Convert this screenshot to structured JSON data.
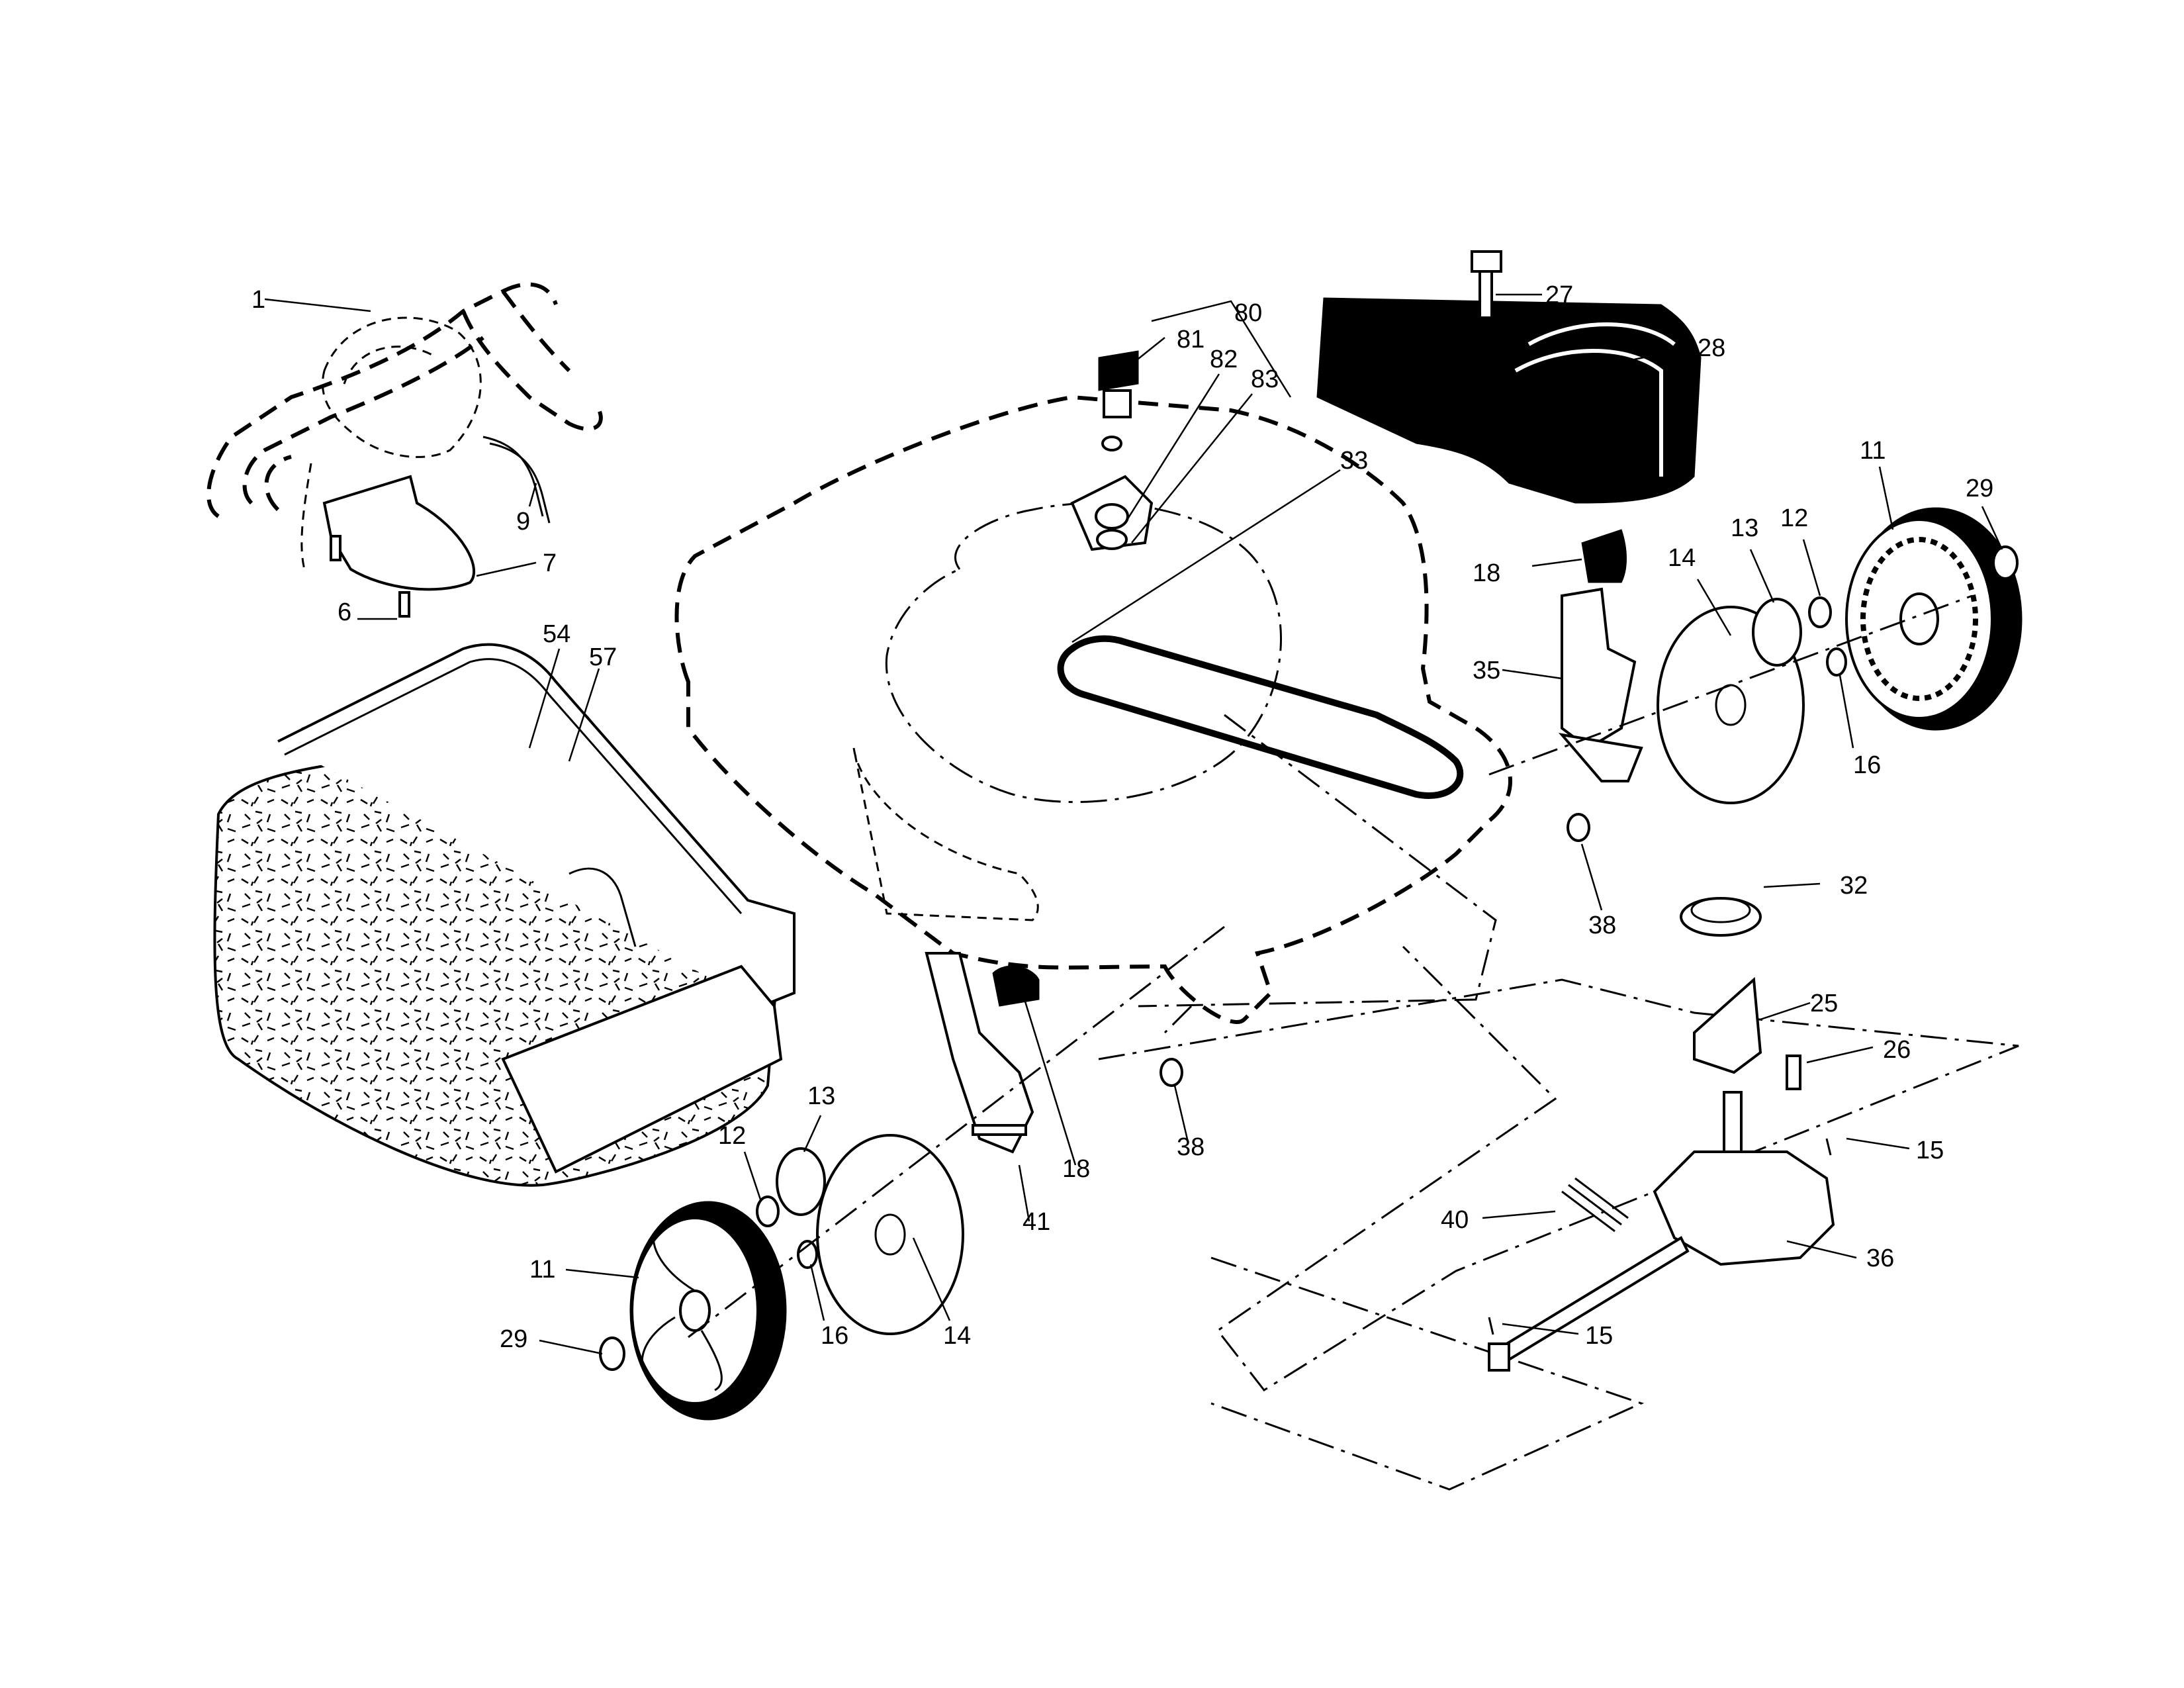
{
  "callouts": [
    {
      "id": "p1",
      "text": "1"
    },
    {
      "id": "p9",
      "text": "9"
    },
    {
      "id": "p7",
      "text": "7"
    },
    {
      "id": "p6",
      "text": "6"
    },
    {
      "id": "p54",
      "text": "54"
    },
    {
      "id": "p57",
      "text": "57"
    },
    {
      "id": "p80",
      "text": "80"
    },
    {
      "id": "p81",
      "text": "81"
    },
    {
      "id": "p82",
      "text": "82"
    },
    {
      "id": "p83",
      "text": "83"
    },
    {
      "id": "p33",
      "text": "33"
    },
    {
      "id": "p27",
      "text": "27"
    },
    {
      "id": "p28",
      "text": "28"
    },
    {
      "id": "p18a",
      "text": "18"
    },
    {
      "id": "p35",
      "text": "35"
    },
    {
      "id": "p14a",
      "text": "14"
    },
    {
      "id": "p13a",
      "text": "13"
    },
    {
      "id": "p12a",
      "text": "12"
    },
    {
      "id": "p11a",
      "text": "11"
    },
    {
      "id": "p29a",
      "text": "29"
    },
    {
      "id": "p16a",
      "text": "16"
    },
    {
      "id": "p38a",
      "text": "38"
    },
    {
      "id": "p32",
      "text": "32"
    },
    {
      "id": "p25",
      "text": "25"
    },
    {
      "id": "p26",
      "text": "26"
    },
    {
      "id": "p15a",
      "text": "15"
    },
    {
      "id": "p36",
      "text": "36"
    },
    {
      "id": "p40",
      "text": "40"
    },
    {
      "id": "p15b",
      "text": "15"
    },
    {
      "id": "p38b",
      "text": "38"
    },
    {
      "id": "p18b",
      "text": "18"
    },
    {
      "id": "p41",
      "text": "41"
    },
    {
      "id": "p13b",
      "text": "13"
    },
    {
      "id": "p12b",
      "text": "12"
    },
    {
      "id": "p16b",
      "text": "16"
    },
    {
      "id": "p14b",
      "text": "14"
    },
    {
      "id": "p11b",
      "text": "11"
    },
    {
      "id": "p29b",
      "text": "29"
    }
  ]
}
